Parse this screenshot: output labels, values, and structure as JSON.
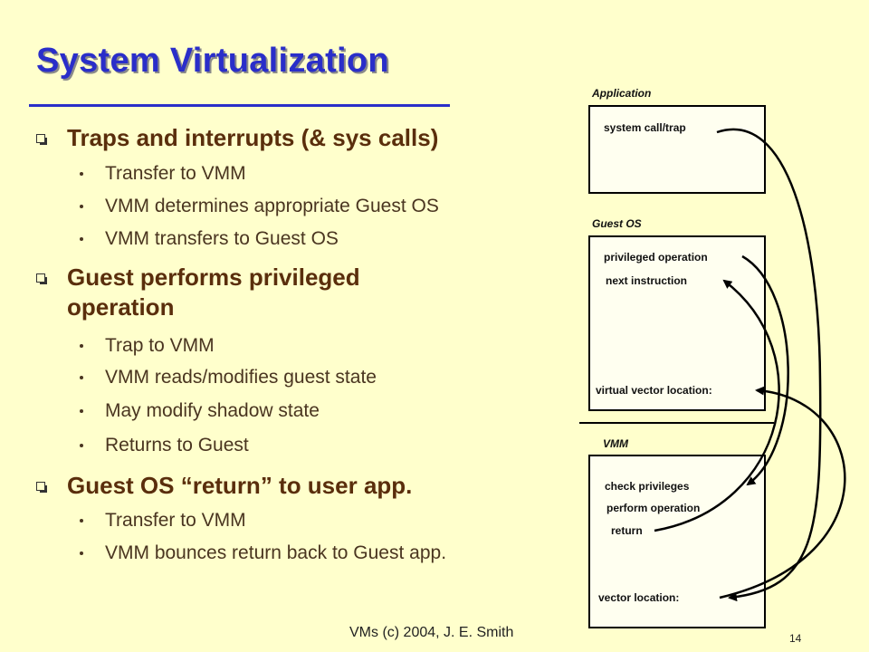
{
  "slide": {
    "title": "System Virtualization",
    "bullets": [
      {
        "text": "Traps and interrupts (& sys calls)",
        "subs": [
          "Transfer to VMM",
          "VMM determines appropriate Guest OS",
          "VMM transfers to Guest OS"
        ]
      },
      {
        "text": "Guest performs privileged operation",
        "subs": [
          "Trap to VMM",
          "VMM reads/modifies guest state",
          "May modify shadow state",
          "Returns to Guest"
        ]
      },
      {
        "text": "Guest OS “return” to user app.",
        "subs": [
          "Transfer to VMM",
          "VMM bounces return back to Guest app."
        ]
      }
    ],
    "footer": "VMs (c) 2004, J. E. Smith",
    "page_number": "14"
  },
  "diagram": {
    "application_label": "Application",
    "guest_os_label": "Guest OS",
    "vmm_label": "VMM",
    "application_items": [
      "system call/trap"
    ],
    "guest_items": [
      "privileged operation",
      "next instruction",
      "virtual vector location:"
    ],
    "vmm_items": [
      "check  privileges",
      "perform operation",
      "return",
      "vector location:"
    ]
  }
}
